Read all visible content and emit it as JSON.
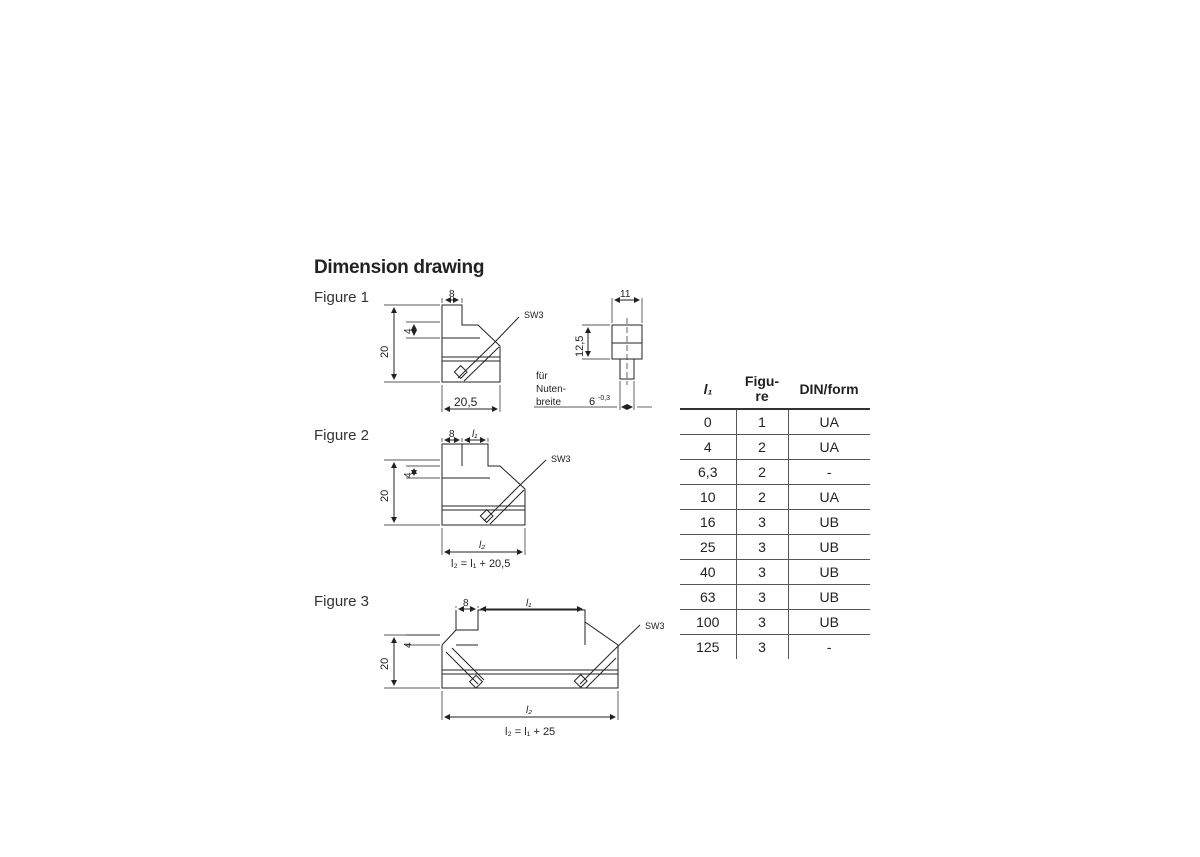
{
  "section_title": "Dimension drawing",
  "figures": [
    {
      "label": "Figure 1",
      "wrench": "SW3",
      "dim_width": "20,5",
      "dim_height": "20",
      "dim_step": "4",
      "dim_top": "8",
      "side_view": {
        "dim_top": "11",
        "dim_height": "12,5",
        "dim_slot": "6",
        "dim_slot_tol": "-0,3",
        "note_lines": [
          "für",
          "Nuten-",
          "breite"
        ]
      }
    },
    {
      "label": "Figure 2",
      "wrench": "SW3",
      "dim_height": "20",
      "dim_step": "4",
      "dim_top": "8",
      "dim_l1": "l₁",
      "dim_l2": "l₂",
      "formula": "l₂ = l₁ + 20,5"
    },
    {
      "label": "Figure 3",
      "wrench": "SW3",
      "dim_height": "20",
      "dim_step": "4",
      "dim_top": "8",
      "dim_l1": "l₁",
      "dim_l2": "l₂",
      "formula": "l₂ = l₁ + 25"
    }
  ],
  "table": {
    "headers": [
      "l₁",
      "Figu- re",
      "DIN/form"
    ],
    "header_figure_lines": [
      "Figu-",
      "re"
    ],
    "rows": [
      [
        "0",
        "1",
        "UA"
      ],
      [
        "4",
        "2",
        "UA"
      ],
      [
        "6,3",
        "2",
        "-"
      ],
      [
        "10",
        "2",
        "UA"
      ],
      [
        "16",
        "3",
        "UB"
      ],
      [
        "25",
        "3",
        "UB"
      ],
      [
        "40",
        "3",
        "UB"
      ],
      [
        "63",
        "3",
        "UB"
      ],
      [
        "100",
        "3",
        "UB"
      ],
      [
        "125",
        "3",
        "-"
      ]
    ]
  }
}
